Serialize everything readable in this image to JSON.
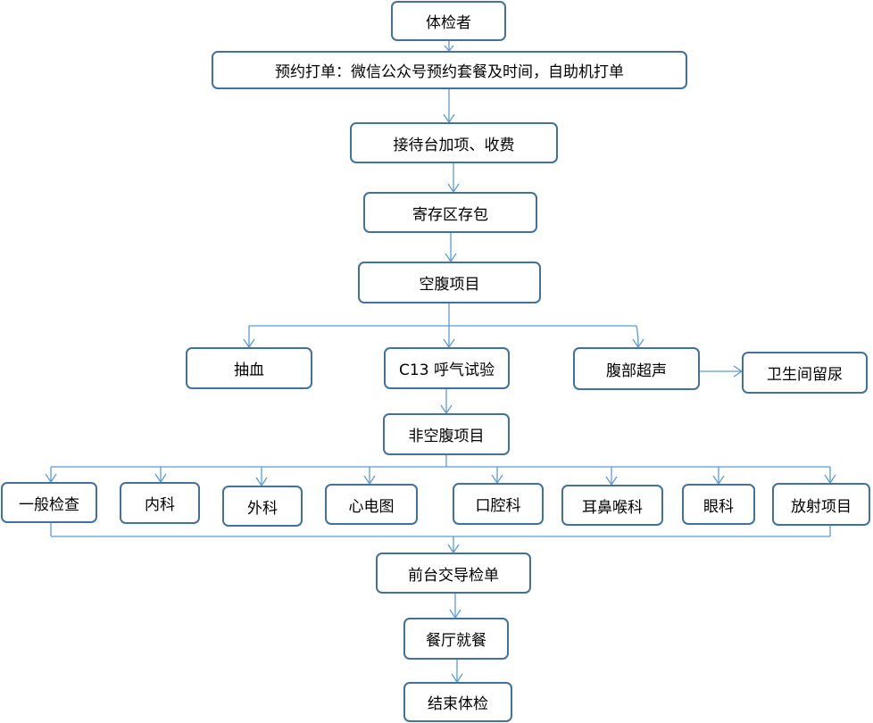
{
  "colors": {
    "box_border": "#41719c",
    "connector": "#5b9bd5",
    "text": "#000000",
    "background": "#ffffff"
  },
  "nodes": {
    "examinee": "体检者",
    "booking": "预约打单：微信公众号预约套餐及时间，自助机打单",
    "reception": "接待台加项、收费",
    "locker": "寄存区存包",
    "fasting": "空腹项目",
    "blood": "抽血",
    "breath_test": "C13 呼气试验",
    "ultrasound": "腹部超声",
    "urine": "卫生间留尿",
    "non_fasting": "非空腹项目",
    "general": "一般检查",
    "internal": "内科",
    "surgery": "外科",
    "ecg": "心电图",
    "dental": "口腔科",
    "ent": "耳鼻喉科",
    "eye": "眼科",
    "radiology": "放射项目",
    "submit": "前台交导检单",
    "meal": "餐厅就餐",
    "finish": "结束体检"
  }
}
